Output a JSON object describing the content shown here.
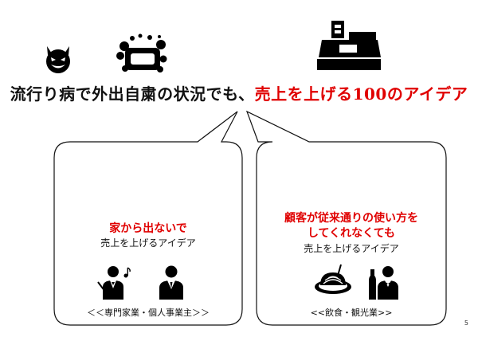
{
  "headline": {
    "prefix": "流行り病で外出自粛の状況でも、",
    "highlight": "売上を上げる100のアイデア"
  },
  "left_panel": {
    "title": "家から出ないで",
    "subtitle": "売上を上げるアイデア",
    "caption": "＜＜専門家業・個人事業主＞＞"
  },
  "right_panel": {
    "title_line1": "顧客が従来通りの使い方を",
    "title_line2": "してくれなくても",
    "subtitle": "売上を上げるアイデア",
    "caption": "<<飲食・観光業>>"
  },
  "page_number": "5",
  "colors": {
    "accent": "#e00000",
    "ink": "#111111"
  },
  "icons": [
    "devil-face-icon",
    "soap-bubbles-icon",
    "cash-register-icon",
    "conductor-icon",
    "businessman-icon",
    "spaghetti-plate-icon",
    "waiter-icon"
  ]
}
